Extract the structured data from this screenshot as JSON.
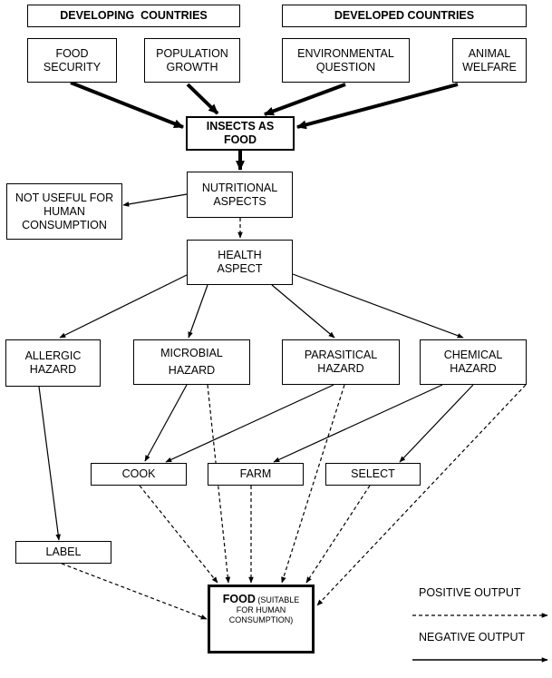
{
  "headers": {
    "developing": "DEVELOPING  COUNTRIES",
    "developed": "DEVELOPED COUNTRIES"
  },
  "drivers": {
    "food_security": [
      "FOOD",
      "SECURITY"
    ],
    "population_growth": [
      "POPULATION",
      "GROWTH"
    ],
    "environmental_question": [
      "ENVIRONMENTAL",
      "QUESTION"
    ],
    "animal_welfare": [
      "ANIMAL",
      "WELFARE"
    ]
  },
  "insects_as_food": [
    "INSECTS AS",
    "FOOD"
  ],
  "nutritional_aspects": [
    "NUTRITIONAL",
    "ASPECTS"
  ],
  "not_useful": [
    "NOT USEFUL FOR",
    "HUMAN",
    "CONSUMPTION"
  ],
  "health_aspect": [
    "HEALTH",
    "ASPECT"
  ],
  "hazards": {
    "allergic": [
      "ALLERGIC",
      "HAZARD"
    ],
    "microbial": [
      "MICROBIAL",
      "HAZARD"
    ],
    "parasitical": [
      "PARASITICAL",
      "HAZARD"
    ],
    "chemical": [
      "CHEMICAL",
      "HAZARD"
    ]
  },
  "actions": {
    "cook": "COOK",
    "farm": "FARM",
    "select": "SELECT",
    "label": "LABEL"
  },
  "food": {
    "title": "FOOD",
    "suffix": " (SUITABLE",
    "rest": [
      "FOR HUMAN",
      "CONSUMPTION)"
    ]
  },
  "legend": {
    "positive": "POSITIVE OUTPUT",
    "negative": "NEGATIVE OUTPUT"
  }
}
